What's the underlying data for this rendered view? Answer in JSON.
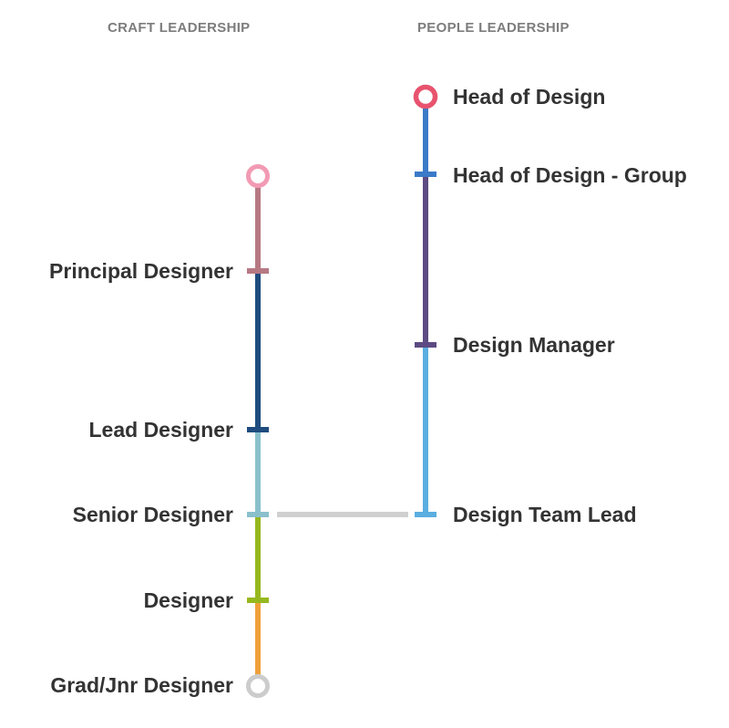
{
  "headers": {
    "craft": "CRAFT LEADERSHIP",
    "people": "PEOPLE LEADERSHIP"
  },
  "craft_track": {
    "levels": [
      "Principal Designer",
      "Lead Designer",
      "Senior Designer",
      "Designer",
      "Grad/Jnr Designer"
    ],
    "segment_colors": [
      "#b77983",
      "#1f4c7f",
      "#8ac0cc",
      "#96b81f",
      "#f0a03a"
    ],
    "top_node_color": "#f29ab3",
    "bottom_node_color": "#cccccc"
  },
  "people_track": {
    "levels": [
      "Head of Design",
      "Head of Design - Group",
      "Design Manager",
      "Design Team Lead"
    ],
    "segment_colors": [
      "#3a7ac8",
      "#5d4a82",
      "#5aaee0"
    ],
    "top_node_color": "#e8536e"
  },
  "connector_color": "#d0d0d0"
}
